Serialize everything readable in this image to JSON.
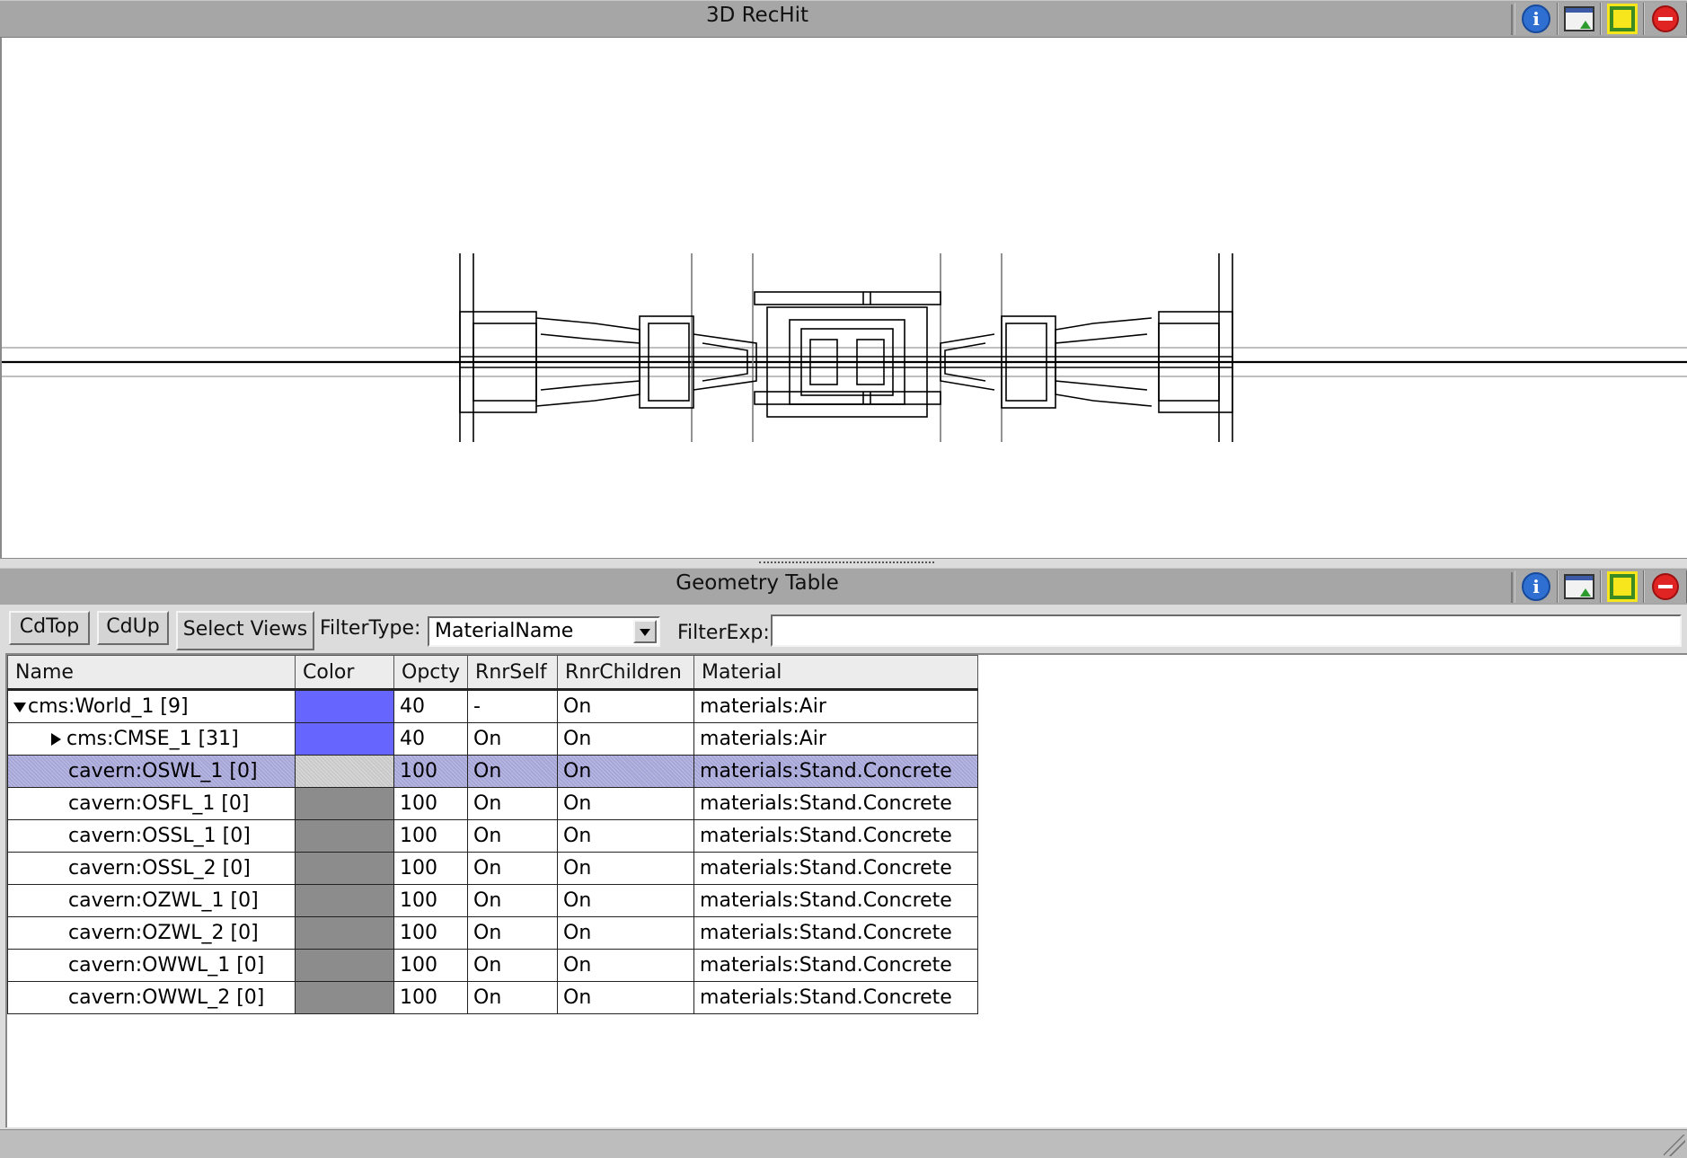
{
  "top_panel": {
    "title": "3D RecHit"
  },
  "bottom_panel": {
    "title": "Geometry Table"
  },
  "toolbar": {
    "cdtop_label": "CdTop",
    "cdup_label": "CdUp",
    "select_views_label": "Select Views",
    "filter_type_label": "FilterType:",
    "filter_type_value": "MaterialName",
    "filter_exp_label": "FilterExp:",
    "filter_exp_value": ""
  },
  "table": {
    "columns": [
      "Name",
      "Color",
      "Opcty",
      "RnrSelf",
      "RnrChildren",
      "Material"
    ],
    "rows": [
      {
        "name": "cms:World_1 [9]",
        "expander": "expanded",
        "color": "#6666ff",
        "opacity": "40",
        "rnr_self": "-",
        "rnr_children": "On",
        "material": "materials:Air",
        "selected": false
      },
      {
        "name": "cms:CMSE_1 [31]",
        "expander": "collapsed",
        "color": "#6666ff",
        "opacity": "40",
        "rnr_self": "On",
        "rnr_children": "On",
        "material": "materials:Air",
        "selected": false
      },
      {
        "name": "cavern:OSWL_1 [0]",
        "expander": "none",
        "color": "#c8c8c8",
        "opacity": "100",
        "rnr_self": "On",
        "rnr_children": "On",
        "material": "materials:Stand.Concrete",
        "selected": true
      },
      {
        "name": "cavern:OSFL_1 [0]",
        "expander": "none",
        "color": "#8c8c8c",
        "opacity": "100",
        "rnr_self": "On",
        "rnr_children": "On",
        "material": "materials:Stand.Concrete",
        "selected": false
      },
      {
        "name": "cavern:OSSL_1 [0]",
        "expander": "none",
        "color": "#8c8c8c",
        "opacity": "100",
        "rnr_self": "On",
        "rnr_children": "On",
        "material": "materials:Stand.Concrete",
        "selected": false
      },
      {
        "name": "cavern:OSSL_2 [0]",
        "expander": "none",
        "color": "#8c8c8c",
        "opacity": "100",
        "rnr_self": "On",
        "rnr_children": "On",
        "material": "materials:Stand.Concrete",
        "selected": false
      },
      {
        "name": "cavern:OZWL_1 [0]",
        "expander": "none",
        "color": "#8c8c8c",
        "opacity": "100",
        "rnr_self": "On",
        "rnr_children": "On",
        "material": "materials:Stand.Concrete",
        "selected": false
      },
      {
        "name": "cavern:OZWL_2 [0]",
        "expander": "none",
        "color": "#8c8c8c",
        "opacity": "100",
        "rnr_self": "On",
        "rnr_children": "On",
        "material": "materials:Stand.Concrete",
        "selected": false
      },
      {
        "name": "cavern:OWWL_1 [0]",
        "expander": "none",
        "color": "#8c8c8c",
        "opacity": "100",
        "rnr_self": "On",
        "rnr_children": "On",
        "material": "materials:Stand.Concrete",
        "selected": false
      },
      {
        "name": "cavern:OWWL_2 [0]",
        "expander": "none",
        "color": "#8c8c8c",
        "opacity": "100",
        "rnr_self": "On",
        "rnr_children": "On",
        "material": "materials:Stand.Concrete",
        "selected": false
      }
    ]
  },
  "title_buttons": [
    "info-icon",
    "undock-icon",
    "maximize-icon",
    "close-icon"
  ]
}
